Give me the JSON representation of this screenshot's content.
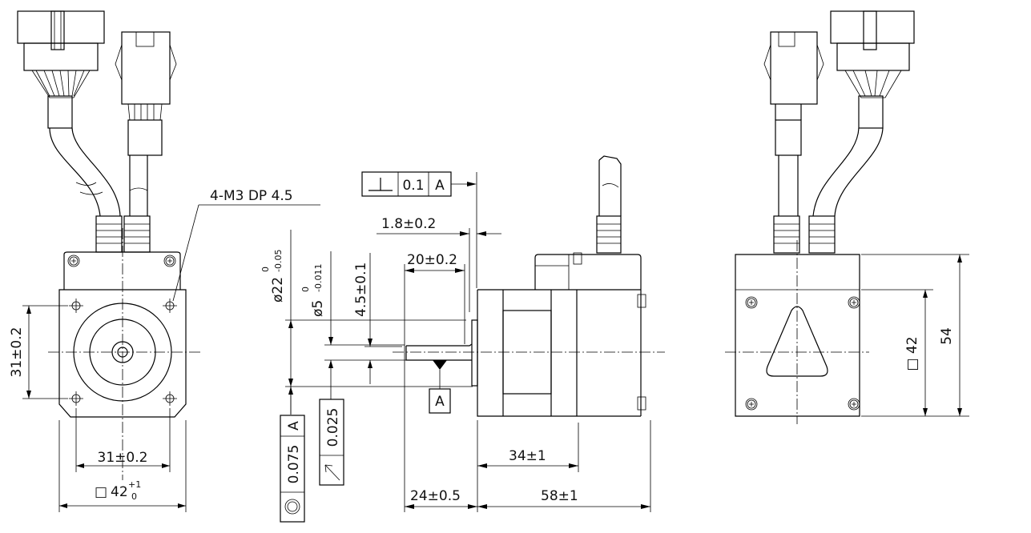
{
  "drawing": {
    "front_view": {
      "thread_note": "4-M3 DP 4.5",
      "hole_pitch_vertical": "31±0.2",
      "hole_pitch_horizontal": "31±0.2",
      "flange_square": {
        "symbol": "□",
        "value": "42",
        "upper_tol": "+1",
        "lower_tol": "0"
      }
    },
    "side_view": {
      "perpendicularity": {
        "symbol": "⊥",
        "tolerance": "0.1",
        "datum": "A"
      },
      "pilot_thickness": "1.8±0.2",
      "flat_length": "20±0.2",
      "pilot_diameter": {
        "value": "ø22",
        "upper_tol": "0",
        "lower_tol": "-0.05"
      },
      "shaft_diameter": {
        "value": "ø5",
        "upper_tol": "0",
        "lower_tol": "-0.011"
      },
      "flat_depth": "4.5±0.1",
      "datum_label": "A",
      "concentricity": {
        "symbol": "◎",
        "tolerance": "0.075",
        "datum": "A"
      },
      "runout": {
        "symbol": "↗",
        "tolerance": "0.025"
      },
      "motor_length": "34±1",
      "shaft_length": "24±0.5",
      "total_length": "58±1"
    },
    "rear_view": {
      "body_square": "□ 42",
      "total_height": "54"
    }
  }
}
